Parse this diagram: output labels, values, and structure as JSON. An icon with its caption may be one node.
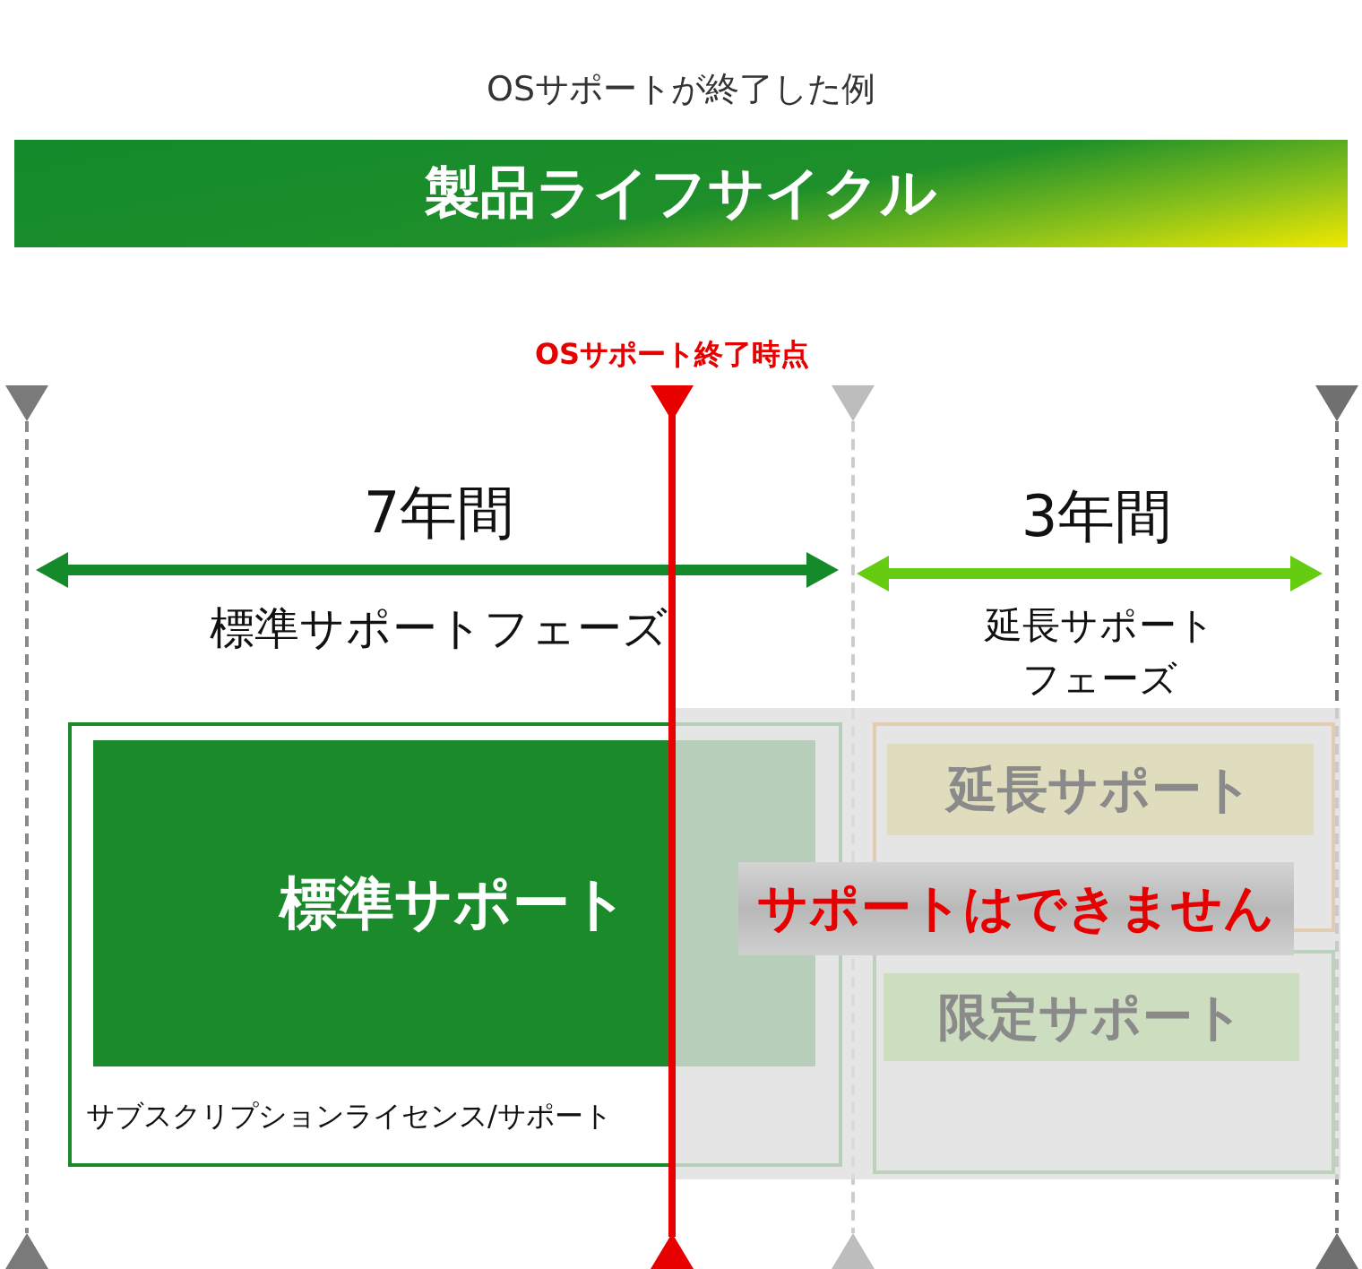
{
  "diagram": {
    "title": "製品ライフサイクル",
    "nodes": [
      {
        "text": [
          "サブスクリプションライセンス/サポート"
        ]
      },
      {
        "text": [
          "標準サポート"
        ],
        "in": 0
      },
      {
        "text": [],
        "shape": "box"
      },
      {
        "text": [
          "延長サポート"
        ],
        "in": 2
      },
      {
        "text": [],
        "shape": "box"
      },
      {
        "text": [
          "限定サポート"
        ],
        "in": 4
      }
    ],
    "labels": [
      "OSサポートが終了した例",
      "OSサポート終了時点",
      "7年間",
      "標準サポートフェーズ",
      "3年間",
      "延長サポートフェーズ",
      "サポートはできません"
    ]
  }
}
